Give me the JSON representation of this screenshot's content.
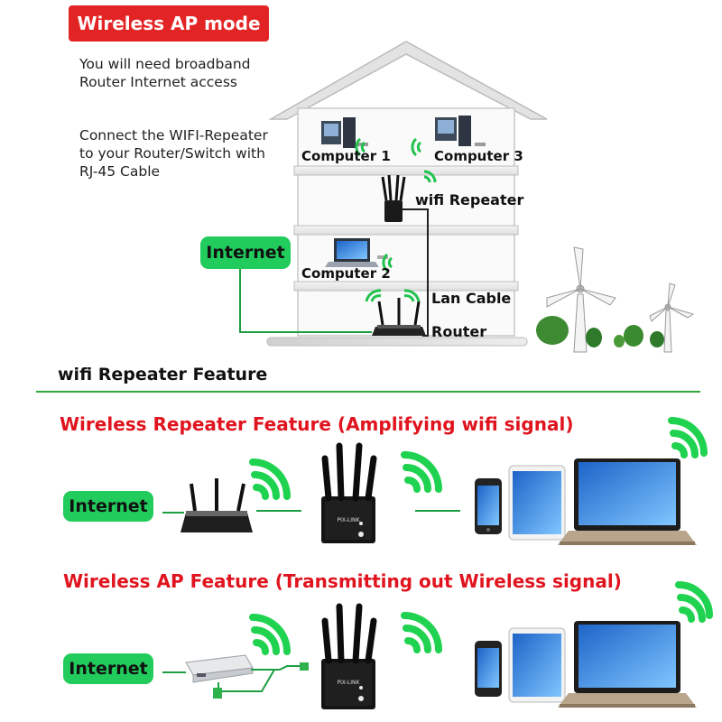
{
  "mode_label": "Wireless AP mode",
  "notes": {
    "broadband": [
      "You will need broadband",
      "Router Internet access"
    ],
    "connect": [
      "Connect the WIFI-Repeater",
      "to your Router/Switch with",
      "RJ-45 Cable"
    ]
  },
  "house": {
    "internet_label": "Internet",
    "computer1": "Computer 1",
    "computer2": "Computer 2",
    "computer3": "Computer 3",
    "repeater_label": "wifi Repeater",
    "lan_cable_label": "Lan Cable",
    "router_label": "Router"
  },
  "feature_section": {
    "title": "wifi Repeater Feature",
    "repeater_feature": {
      "title": "Wireless Repeater Feature (Amplifying wifi signal)",
      "internet_label": "Internet"
    },
    "ap_feature": {
      "title": "Wireless AP Feature (Transmitting out Wireless signal)",
      "internet_label": "Internet"
    },
    "device_brand": "PIX-LINK"
  },
  "colors": {
    "red": "#e32424",
    "green": "#21cc5c",
    "title_red": "#e0141e",
    "divider": "#2fa83c"
  }
}
